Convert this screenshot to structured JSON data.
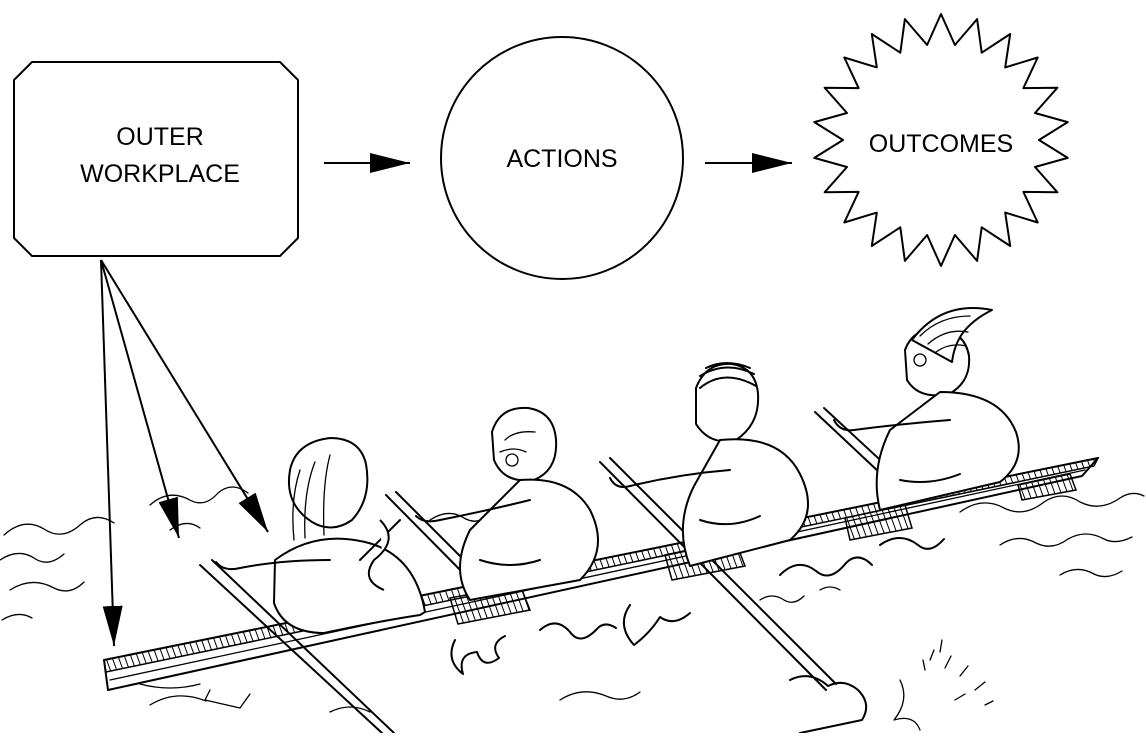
{
  "diagram": {
    "outer_workplace": {
      "line1": "OUTER",
      "line2": "WORKPLACE"
    },
    "actions": {
      "label": "ACTIONS"
    },
    "outcomes": {
      "label": "OUTCOMES"
    }
  },
  "illustration": {
    "subject": "rowing-boat-illustration",
    "rowers": 4
  }
}
